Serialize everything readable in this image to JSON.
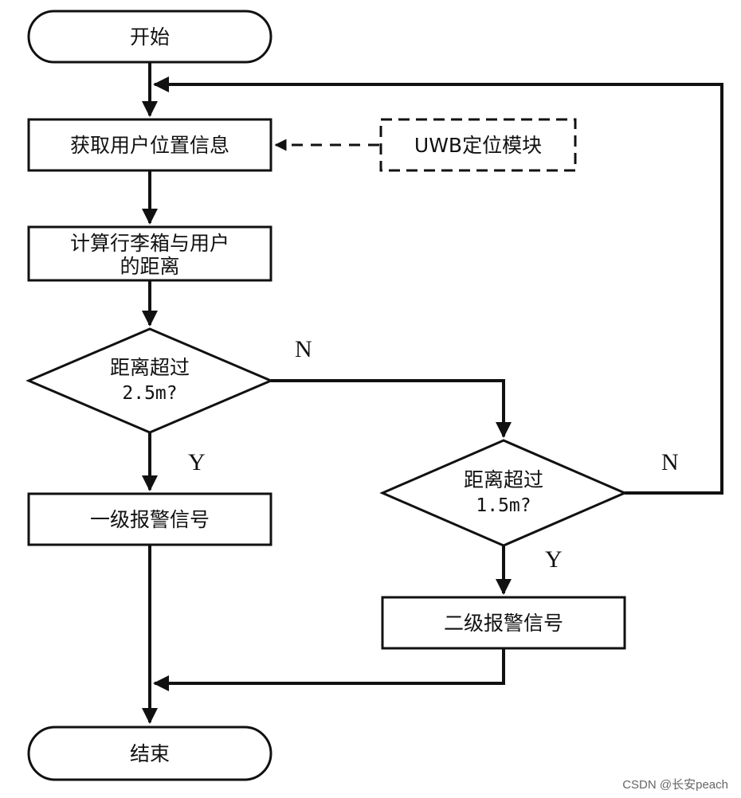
{
  "flowchart": {
    "start": "开始",
    "get_location": "获取用户位置信息",
    "uwb_module": "UWB定位模块",
    "calc_line1": "计算行李箱与用户",
    "calc_line2": "的距离",
    "decision1_line1": "距离超过",
    "decision1_line2": "2.5m?",
    "decision1_yes": "Y",
    "decision1_no": "N",
    "level1_alarm": "一级报警信号",
    "decision2_line1": "距离超过",
    "decision2_line2": "1.5m?",
    "decision2_yes": "Y",
    "decision2_no": "N",
    "level2_alarm": "二级报警信号",
    "end": "结束"
  },
  "watermark": "CSDN @长安peach"
}
